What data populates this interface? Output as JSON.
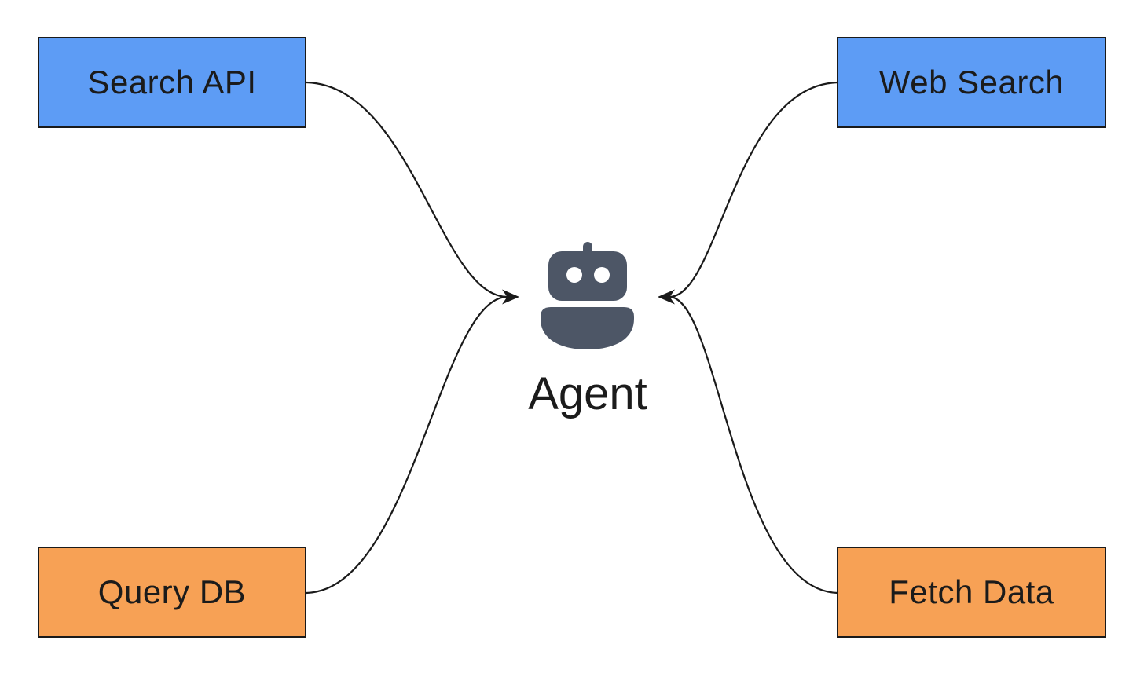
{
  "diagram": {
    "background_color": "#ffffff",
    "center": {
      "label": "Agent",
      "icon": "robot-icon",
      "icon_color": "#4d5666",
      "text_color": "#1b1b1b"
    },
    "nodes": [
      {
        "id": "search-api",
        "label": "Search API",
        "fill": "#5d9cf5",
        "border": "#1a1a1a",
        "position": "top-left"
      },
      {
        "id": "web-search",
        "label": "Web Search",
        "fill": "#5d9cf5",
        "border": "#1a1a1a",
        "position": "top-right"
      },
      {
        "id": "query-db",
        "label": "Query DB",
        "fill": "#f7a155",
        "border": "#1a1a1a",
        "position": "bottom-left"
      },
      {
        "id": "fetch-data",
        "label": "Fetch Data",
        "fill": "#f7a155",
        "border": "#1a1a1a",
        "position": "bottom-right"
      }
    ],
    "edges": [
      {
        "from": "search-api",
        "to": "agent",
        "style": "curved",
        "arrow": "end"
      },
      {
        "from": "query-db",
        "to": "agent",
        "style": "curved",
        "arrow": "end"
      },
      {
        "from": "web-search",
        "to": "agent",
        "style": "curved",
        "arrow": "end"
      },
      {
        "from": "fetch-data",
        "to": "agent",
        "style": "curved",
        "arrow": "end"
      }
    ],
    "edge_color": "#1a1a1a"
  }
}
